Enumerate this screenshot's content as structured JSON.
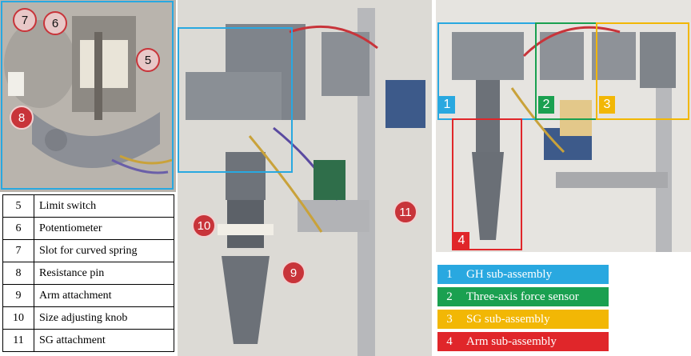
{
  "legend": {
    "rows": [
      {
        "num": "5",
        "label": "Limit switch"
      },
      {
        "num": "6",
        "label": "Potentiometer"
      },
      {
        "num": "7",
        "label": "Slot for curved spring"
      },
      {
        "num": "8",
        "label": "Resistance pin"
      },
      {
        "num": "9",
        "label": "Arm attachment"
      },
      {
        "num": "10",
        "label": "Size adjusting knob"
      },
      {
        "num": "11",
        "label": "SG attachment"
      }
    ]
  },
  "inset_markers": [
    "7",
    "6",
    "5",
    "8"
  ],
  "middle_markers": [
    "10",
    "9",
    "11"
  ],
  "subassemblies": [
    {
      "num": "1",
      "label": "GH sub-assembly",
      "color": "#29a8e0"
    },
    {
      "num": "2",
      "label": "Three-axis force sensor",
      "color": "#1aa050"
    },
    {
      "num": "3",
      "label": "SG sub-assembly",
      "color": "#f2b705"
    },
    {
      "num": "4",
      "label": "Arm sub-assembly",
      "color": "#e0262a"
    }
  ],
  "colors": {
    "marker_red": "#c8343a",
    "frame_blue": "#29a8e0"
  }
}
